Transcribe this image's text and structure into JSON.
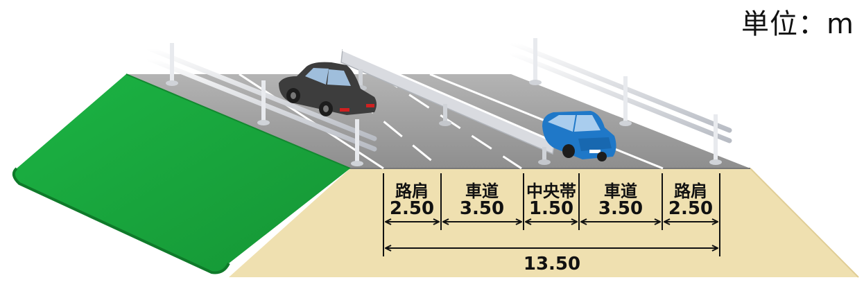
{
  "unit_label": "単位：m",
  "segments": [
    {
      "name": "路肩",
      "value": "2.50"
    },
    {
      "name": "車道",
      "value": "3.50"
    },
    {
      "name": "中央帯",
      "value": "1.50"
    },
    {
      "name": "車道",
      "value": "3.50"
    },
    {
      "name": "路肩",
      "value": "2.50"
    }
  ],
  "total": "13.50",
  "colors": {
    "slope_green": "#19a83c",
    "embankment": "#efe0b0",
    "road": "#9a9a9a",
    "car_black": "#3d3d3d",
    "car_blue": "#1f78c8"
  }
}
